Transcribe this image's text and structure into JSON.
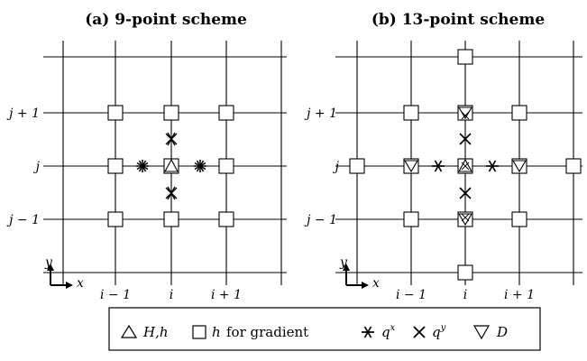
{
  "panels": [
    {
      "title": "(a) 9-point scheme",
      "y_labels": [
        "j + 1",
        "j",
        "j − 1"
      ],
      "x_labels": [
        "i − 1",
        "i",
        "i + 1"
      ],
      "axis_y": "y",
      "axis_x": "x"
    },
    {
      "title": "(b) 13-point scheme",
      "y_labels": [
        "j + 1",
        "j",
        "j − 1"
      ],
      "x_labels": [
        "i − 1",
        "i",
        "i + 1"
      ],
      "axis_y": "y",
      "axis_x": "x"
    }
  ],
  "legend": {
    "triangle_label": "H,h",
    "square_label_var": "h",
    "square_label_text": "for gradient",
    "asterisk_label_base": "q",
    "asterisk_label_sup": "x",
    "cross_label_base": "q",
    "cross_label_sup": "y",
    "invtriangle_label": "D"
  }
}
